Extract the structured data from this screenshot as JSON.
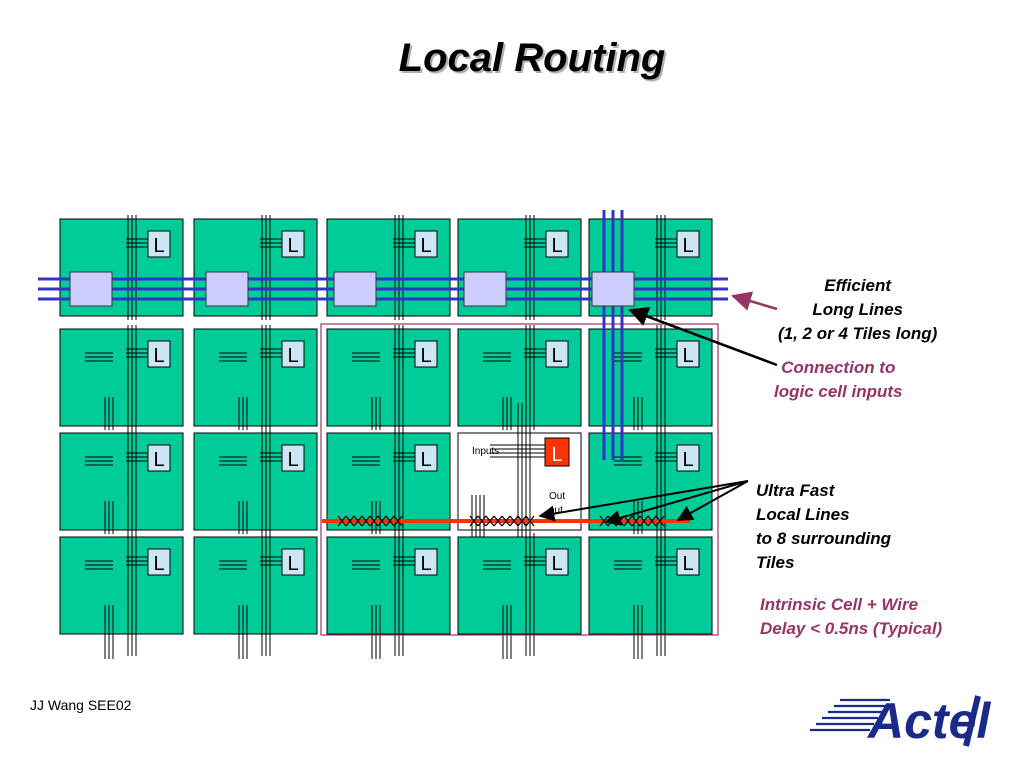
{
  "title": "Local Routing",
  "cell_letter": "L",
  "labels": {
    "inputs": "Inputs",
    "output_line1": "Out",
    "output_line2": "put"
  },
  "callouts": {
    "long_lines": "Efficient\nLong Lines\n(1, 2 or 4 Tiles long)",
    "connection": "Connection to\nlogic cell inputs",
    "fast_local": "Ultra Fast\nLocal Lines\nto 8 surrounding\nTiles",
    "delay": "Intrinsic Cell + Wire\nDelay < 0.5ns (Typical)"
  },
  "footer": "JJ Wang SEE02",
  "logo_text": "Actel",
  "colors": {
    "tile": "#00cc99",
    "cell": "#cce6f5",
    "active_cell": "#ff3300",
    "long_line": "#3333cc",
    "switch_block": "#ccccff",
    "fast_line": "#ff3300",
    "callout_purple": "#993366",
    "callout_black": "#000000"
  }
}
